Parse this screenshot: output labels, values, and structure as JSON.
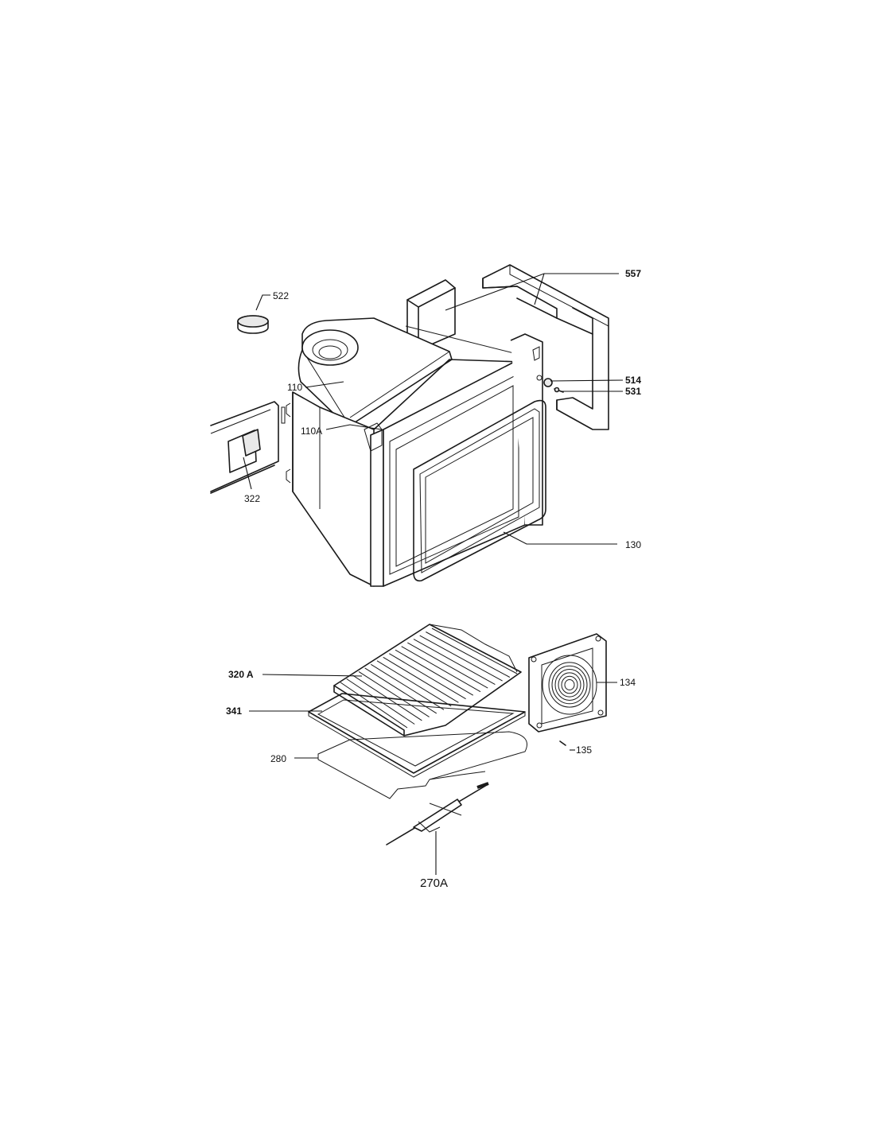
{
  "labels": {
    "p557": "557",
    "p522": "522",
    "p514": "514",
    "p531": "531",
    "p110": "110",
    "p110a": "110A",
    "p322": "322",
    "p130": "130",
    "p320a": "320 A",
    "p341": "341",
    "p134": "134",
    "p135": "135",
    "p280": "280",
    "p270a": "270A"
  }
}
